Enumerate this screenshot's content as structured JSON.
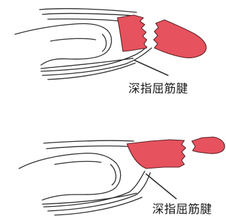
{
  "panels": [
    {
      "id": "top",
      "label": "深指屈筋腱"
    },
    {
      "id": "bottom",
      "label": "深指屈筋腱"
    }
  ],
  "colors": {
    "fragment_fill": "#e6525d",
    "fragment_stroke": "#5a1f24",
    "line": "#2a2a2a",
    "background": "#ffffff"
  }
}
